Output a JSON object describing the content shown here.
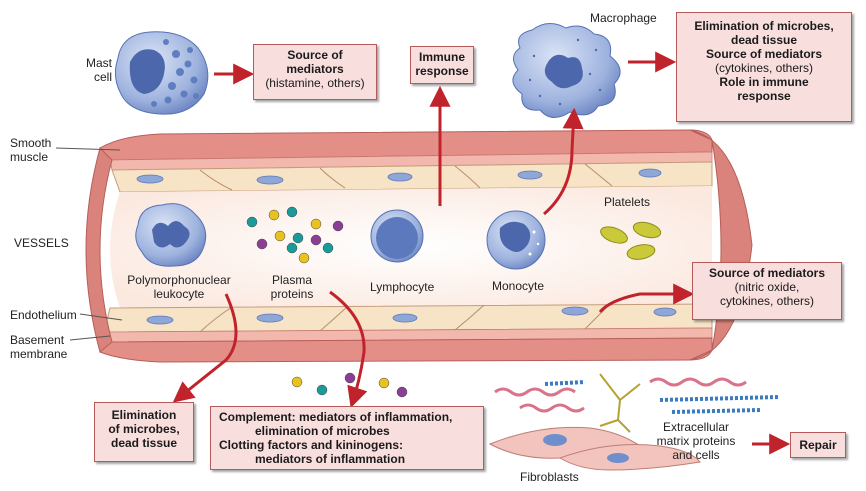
{
  "labels": {
    "mast_cell": [
      "Mast",
      "cell"
    ],
    "macrophage": "Macrophage",
    "smooth_muscle": [
      "Smooth",
      "muscle"
    ],
    "vessels": "VESSELS",
    "platelets": "Platelets",
    "pmn": [
      "Polymorphonuclear",
      "leukocyte"
    ],
    "plasma_proteins": [
      "Plasma",
      "proteins"
    ],
    "lymphocyte": "Lymphocyte",
    "monocyte": "Monocyte",
    "endothelium": "Endothelium",
    "basement_membrane": [
      "Basement",
      "membrane"
    ],
    "fibroblasts": "Fibroblasts",
    "ecm": [
      "Extracellular",
      "matrix proteins",
      "and cells"
    ]
  },
  "boxes": {
    "mast_source": {
      "bold": [
        "Source of",
        "mediators"
      ],
      "normal": [
        "(histamine, others)"
      ]
    },
    "immune_response": {
      "bold": [
        "Immune",
        "response"
      ]
    },
    "macrophage_roles": {
      "line1": [
        "Elimination of microbes,",
        "dead tissue"
      ],
      "line2": [
        "Source of mediators"
      ],
      "line3": [
        "(cytokines, others)"
      ],
      "line4": [
        "Role in immune",
        "response"
      ]
    },
    "endothelium_source": {
      "bold": [
        "Source of mediators"
      ],
      "normal": [
        "(nitric oxide,",
        "cytokines, others)"
      ]
    },
    "pmn_elimination": {
      "bold": [
        "Elimination",
        "of microbes,",
        "dead tissue"
      ]
    },
    "plasma_roles": {
      "bold": [
        "Complement: mediators of inflammation,",
        "elimination of microbes",
        "Clotting factors and kininogens:",
        "mediators of inflammation"
      ]
    },
    "repair": {
      "bold": [
        "Repair"
      ]
    }
  },
  "colors": {
    "box_fill": "#f9dede",
    "box_border": "#b55a5a",
    "arrow": "#c0232b",
    "vessel_wall": "#e79b94",
    "endothelium": "#f7e3c6",
    "lumen": "#fdf7f2",
    "cell_blue": "#8ea7d8",
    "nucleus": "#6f8fcc",
    "platelet": "#c7c73a",
    "protein_teal": "#1b9a9a",
    "protein_yellow": "#e9c21f",
    "protein_purple": "#8b3f94"
  }
}
